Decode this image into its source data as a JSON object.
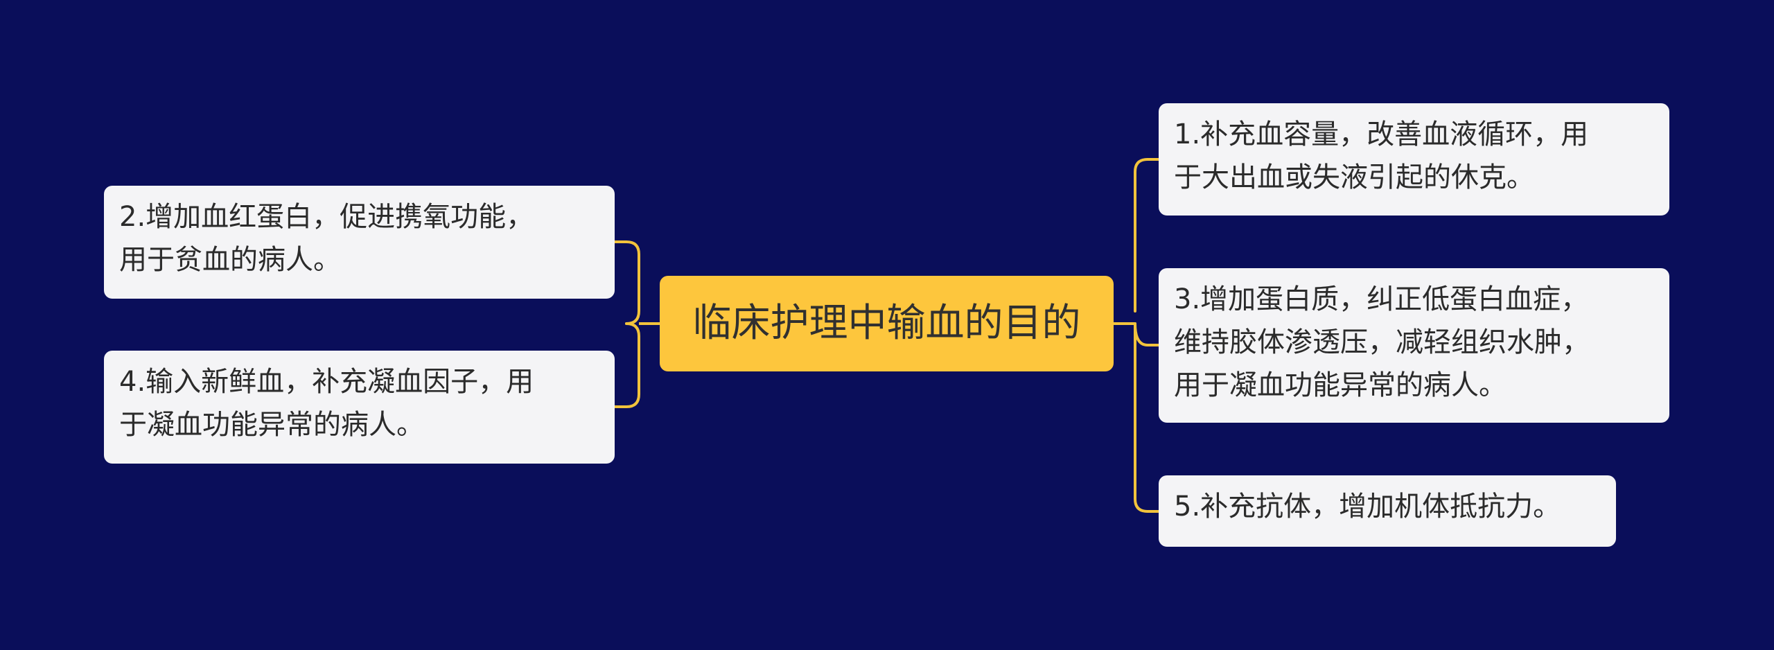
{
  "colors": {
    "background": "#0a0e5a",
    "center_fill": "#fdc63d",
    "node_fill": "#f4f4f6",
    "connector": "#f2c33c"
  },
  "center": {
    "label": "临床护理中输血的目的"
  },
  "left_nodes": [
    {
      "label": "2.增加血红蛋白，促进携氧功能，\n用于贫血的病人。"
    },
    {
      "label": "4.输入新鲜血，补充凝血因子，用\n于凝血功能异常的病人。"
    }
  ],
  "right_nodes": [
    {
      "label": "1.补充血容量，改善血液循环，用\n于大出血或失液引起的休克。"
    },
    {
      "label": "3.增加蛋白质，纠正低蛋白血症，\n维持胶体渗透压，减轻组织水肿，\n用于凝血功能异常的病人。"
    },
    {
      "label": "5.补充抗体，增加机体抵抗力。"
    }
  ]
}
